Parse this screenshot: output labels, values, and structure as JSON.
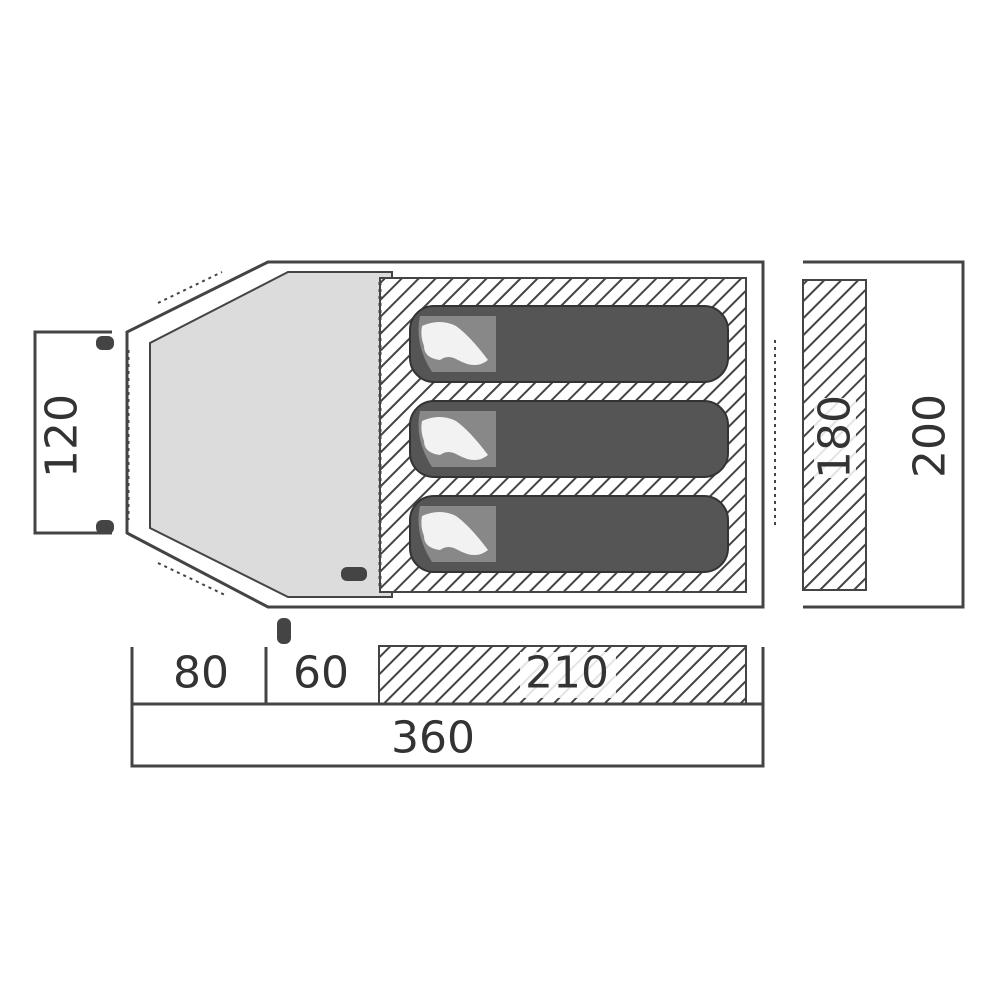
{
  "dimensions": {
    "vestibule_length": "80",
    "entrance_length": "60",
    "inner_tent_length": "210",
    "total_length": "360",
    "vestibule_width": "120",
    "inner_tent_width": "180",
    "total_width": "200"
  },
  "sleeping_bags": [
    {
      "label": ""
    },
    {
      "label": ""
    },
    {
      "label": ""
    }
  ],
  "colors": {
    "outline": "#444444",
    "vestibule_fill": "#dcdcdc",
    "bag_fill": "#555555",
    "hatch": "#444444"
  }
}
